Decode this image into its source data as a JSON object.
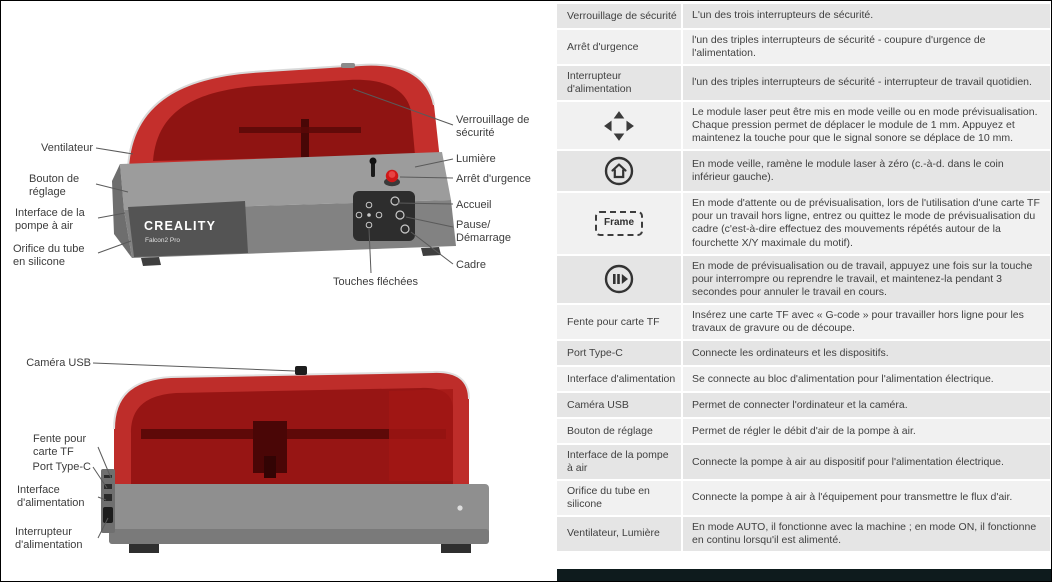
{
  "machine": {
    "brand": "CREALITY",
    "model": "Falcon2 Pro"
  },
  "callouts": {
    "verrouillage": "Verrouillage de sécurité",
    "ventilateur": "Ventilateur",
    "lumiere": "Lumière",
    "arret_urgence": "Arrêt d'urgence",
    "bouton_reglage": "Bouton de réglage",
    "accueil": "Accueil",
    "interface_pompe": "Interface de la pompe à air",
    "pause_demarrage": "Pause/ Démarrage",
    "orifice_tube": "Orifice du tube en silicone",
    "cadre": "Cadre",
    "touches_flechees": "Touches fléchées",
    "camera_usb": "Caméra USB",
    "fente_tf": "Fente pour carte TF",
    "port_typec": "Port Type-C",
    "interface_alim": "Interface d'alimentation",
    "interrupteur_alim": "Interrupteur d'alimentation"
  },
  "table": {
    "rows": [
      {
        "term": "Verrouillage de sécurité",
        "desc": "L'un des trois interrupteurs de sécurité."
      },
      {
        "term": "Arrêt d'urgence",
        "desc": "l'un des triples interrupteurs de sécurité - coupure d'urgence de l'alimentation."
      },
      {
        "term": "Interrupteur d'alimentation",
        "desc": "l'un des triples interrupteurs de sécurité - interrupteur de travail quotidien."
      },
      {
        "icon": "arrow-keys",
        "desc": "Le module laser peut être mis en mode veille ou en mode prévisualisation. Chaque pression permet de déplacer le module de 1 mm. Appuyez et maintenez la touche pour que le signal sonore se déplace de 10 mm."
      },
      {
        "icon": "home",
        "desc": "En mode veille, ramène le module laser à zéro (c.-à-d. dans le coin inférieur gauche)."
      },
      {
        "icon": "frame",
        "icon_label": "Frame",
        "desc": "En mode d'attente ou de prévisualisation, lors de l'utilisation d'une carte TF pour un travail hors ligne, entrez ou quittez le mode de prévisualisation du cadre (c'est-à-dire effectuez des mouvements répétés autour de la fourchette X/Y maximale du motif)."
      },
      {
        "icon": "pause-play",
        "desc": "En mode de prévisualisation ou de travail, appuyez une fois sur la touche pour interrompre ou reprendre le travail, et maintenez-la pendant 3 secondes pour annuler le travail en cours."
      },
      {
        "term": "Fente pour carte TF",
        "desc": "Insérez une carte TF avec « G-code » pour travailler hors ligne pour les travaux de gravure ou de découpe."
      },
      {
        "term": "Port Type-C",
        "desc": "Connecte les ordinateurs et les dispositifs."
      },
      {
        "term": "Interface d'alimentation",
        "desc": "Se connecte au bloc d'alimentation pour l'alimentation électrique."
      },
      {
        "term": "Caméra USB",
        "desc": "Permet de connecter l'ordinateur et la caméra."
      },
      {
        "term": "Bouton de réglage",
        "desc": "Permet de régler le débit d'air de la pompe à air."
      },
      {
        "term": "Interface de la pompe à air",
        "desc": "Connecte la pompe à air au dispositif pour l'alimentation électrique."
      },
      {
        "term": "Orifice du tube en silicone",
        "desc": "Connecte la pompe à air à l'équipement pour transmettre le flux d'air."
      },
      {
        "term": "Ventilateur, Lumière",
        "desc": "En mode AUTO, il fonctionne avec la machine ; en mode ON, il fonctionne en continu lorsqu'il est alimenté."
      }
    ]
  }
}
